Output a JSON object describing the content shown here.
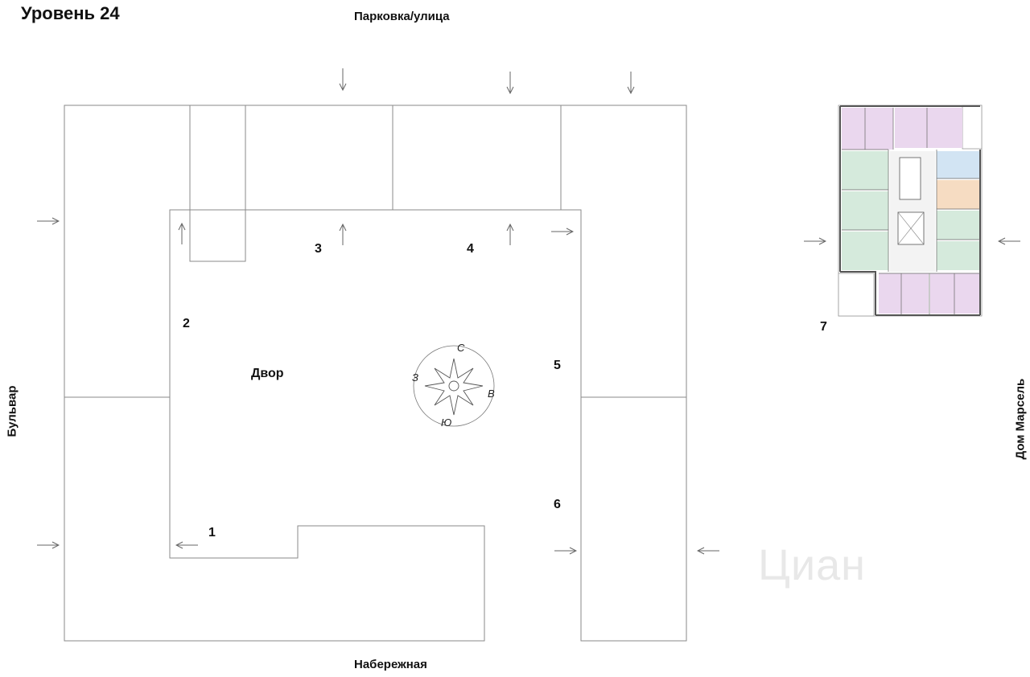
{
  "title": "Уровень 24",
  "streets": {
    "top": "Парковка/улица",
    "bottom": "Набережная",
    "left": "Бульвар",
    "right": "Дом Марсель"
  },
  "courtyard_label": "Двор",
  "sections": [
    "1",
    "2",
    "3",
    "4",
    "5",
    "6",
    "7"
  ],
  "compass": {
    "n": "С",
    "s": "Ю",
    "w": "З",
    "e": "В"
  },
  "watermark": "Циан",
  "colors": {
    "outline": "#8a8a8a",
    "apt_pink": "#ead7ee",
    "apt_green": "#d5eadc",
    "apt_blue": "#d2e4f3",
    "apt_orange": "#f6dcc2",
    "wall": "#555555"
  }
}
